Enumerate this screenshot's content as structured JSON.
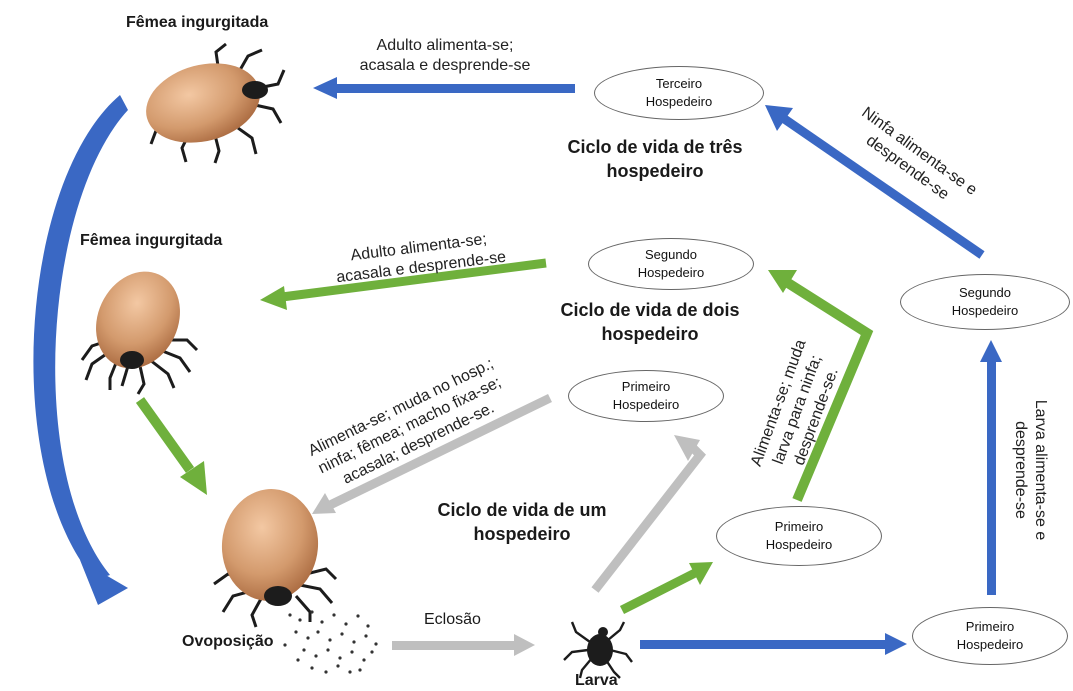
{
  "labels": {
    "female_top": "Fêmea ingurgitada",
    "female_mid": "Fêmea ingurgitada",
    "oviposition": "Ovoposição",
    "hatching": "Eclosão",
    "larva": "Larva"
  },
  "cycles": {
    "three_host": {
      "title_line1": "Ciclo de vida de três",
      "title_line2": "hospedeiro"
    },
    "two_host": {
      "title_line1": "Ciclo de vida de dois",
      "title_line2": "hospedeiro"
    },
    "one_host": {
      "title_line1": "Ciclo de vida de um",
      "title_line2": "hospedeiro"
    }
  },
  "hosts": {
    "third": {
      "line1": "Terceiro",
      "line2": "Hospedeiro"
    },
    "second_center": {
      "line1": "Segundo",
      "line2": "Hospedeiro"
    },
    "first_center": {
      "line1": "Primeiro",
      "line2": "Hospedeiro"
    },
    "second_right": {
      "line1": "Segundo",
      "line2": "Hospedeiro"
    },
    "first_lower": {
      "line1": "Primeiro",
      "line2": "Hospedeiro"
    },
    "first_bottom_right": {
      "line1": "Primeiro",
      "line2": "Hospedeiro"
    }
  },
  "notes": {
    "adult_top": {
      "line1": "Adulto alimenta-se;",
      "line2": "acasala e desprende-se"
    },
    "adult_mid": {
      "line1": "Adulto alimenta-se;",
      "line2": "acasala e desprende-se"
    },
    "nymph": {
      "line1": "Ninfa alimenta-se e",
      "line2": "desprende-se"
    },
    "larva_right": {
      "line1": "Larva alimenta-se e",
      "line2": "desprende-se"
    },
    "larva_molt": {
      "line1": "Alimenta-se; muda",
      "line2": "larva para ninfa;",
      "line3": "desprende-se."
    },
    "one_host": {
      "line1": "Alimenta-se; muda no hosp.;",
      "line2": "ninfa; fêmea; macho fixa-se;",
      "line3": "acasala; desprende-se."
    }
  },
  "colors": {
    "blue_arrow": "#3a68c4",
    "green_arrow": "#6fb03c",
    "gray_arrow": "#bfbfbf",
    "tick_body": "#c9926a",
    "tick_dark": "#1c1c1c"
  }
}
